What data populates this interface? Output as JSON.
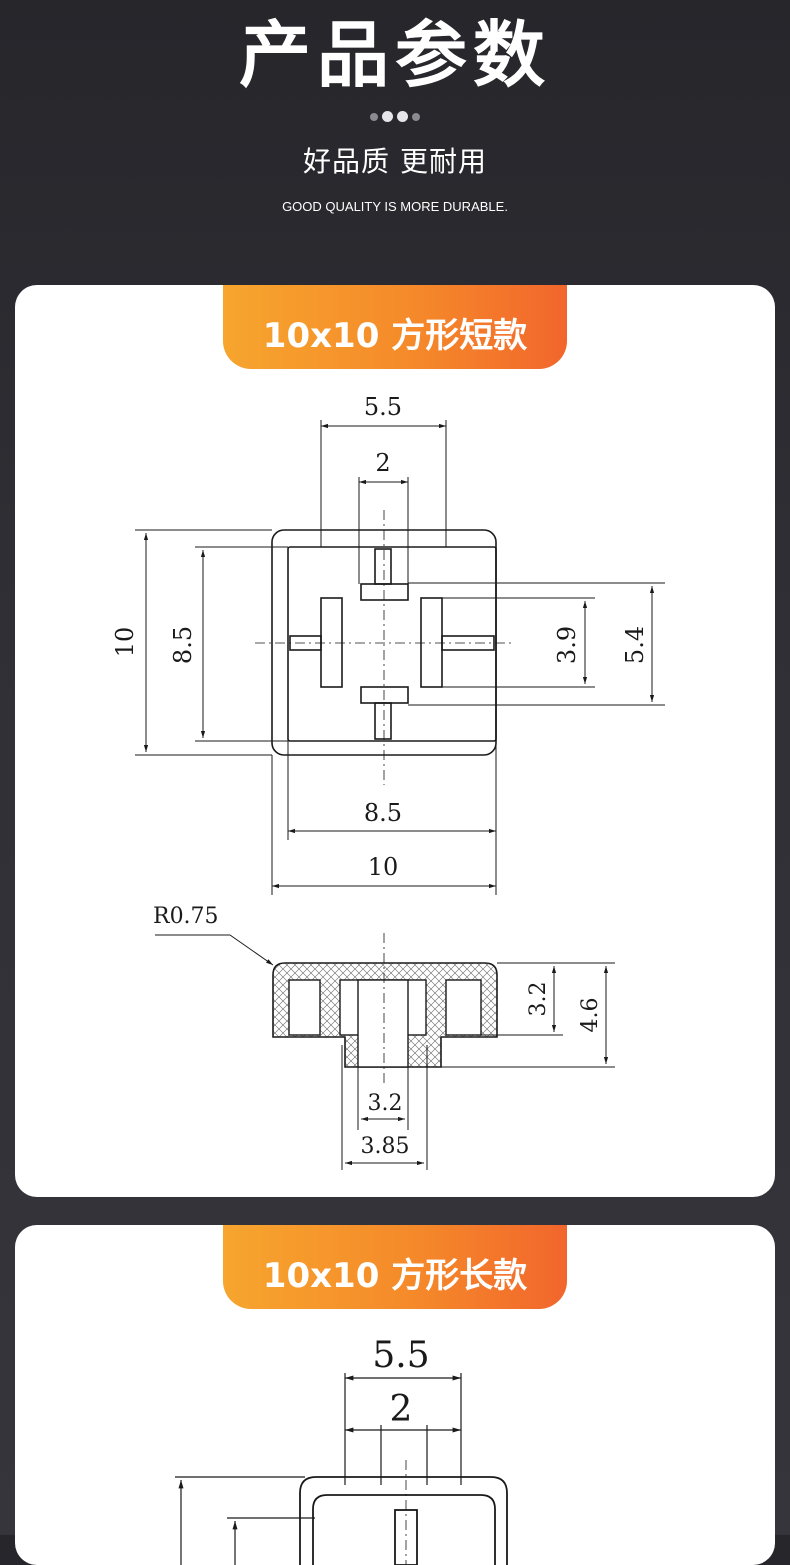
{
  "header": {
    "title": "产品参数",
    "subtitle": "好品质 更耐用",
    "tagline": "GOOD QUALITY IS MORE DURABLE."
  },
  "cards": [
    {
      "badge": "10x10 方形短款",
      "top_view": {
        "dims": {
          "top_outer": "5.5",
          "top_inner": "2",
          "left_outer": "10",
          "left_inner": "8.5",
          "right_inner": "3.9",
          "right_outer": "5.4",
          "bottom_inner": "8.5",
          "bottom_outer": "10"
        }
      },
      "side_view": {
        "radius": "R0.75",
        "dims": {
          "height_inner": "3.2",
          "height_outer": "4.6",
          "stem_inner": "3.2",
          "stem_outer": "3.85"
        }
      }
    },
    {
      "badge": "10x10 方形长款",
      "top_view": {
        "dims": {
          "top_outer": "5.5",
          "top_inner": "2"
        }
      }
    }
  ],
  "colors": {
    "badge_start": "#f6a52e",
    "badge_end": "#f2662c",
    "line": "#1a1a1a"
  }
}
